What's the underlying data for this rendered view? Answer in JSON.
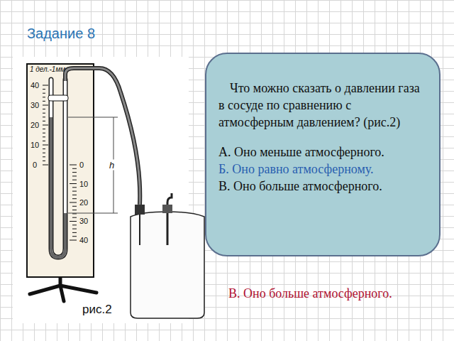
{
  "diagram": {
    "title": "Задание 8",
    "caption": "рис.2",
    "nodes": [
      {
        "text": [
          "Что можно сказать о давлении газа в сосуде по сравнению с атмосферным давлением? (рис.2)",
          "А. Оно меньше атмосферного.",
          "Б.  Оно равно атмосферному.",
          "В. Оно больше атмосферного."
        ]
      }
    ],
    "labels": [
      "1 дел.-1мм",
      "40",
      "30",
      "20",
      "10",
      "0",
      "0",
      "10",
      "20",
      "30",
      "40",
      "h",
      "В. Оно больше атмосферного."
    ]
  }
}
